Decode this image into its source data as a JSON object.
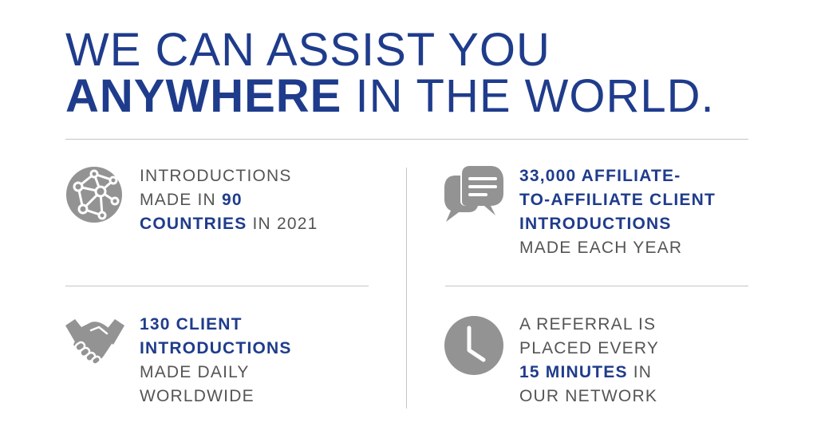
{
  "headline": {
    "line1": "WE CAN ASSIST YOU",
    "line2_bold": "ANYWHERE",
    "line2_rest": " IN THE WORLD."
  },
  "stats": [
    {
      "icon": "globe-network-icon",
      "lines": [
        [
          {
            "t": "INTRODUCTIONS",
            "b": false
          }
        ],
        [
          {
            "t": "MADE IN ",
            "b": false
          },
          {
            "t": "90",
            "b": true
          }
        ],
        [
          {
            "t": "COUNTRIES",
            "b": true
          },
          {
            "t": " IN 2021",
            "b": false
          }
        ]
      ]
    },
    {
      "icon": "chat-bubbles-icon",
      "lines": [
        [
          {
            "t": "33,000 AFFILIATE-",
            "b": true
          }
        ],
        [
          {
            "t": "TO-AFFILIATE CLIENT",
            "b": true
          }
        ],
        [
          {
            "t": "INTRODUCTIONS",
            "b": true
          }
        ],
        [
          {
            "t": "MADE EACH YEAR",
            "b": false
          }
        ]
      ]
    },
    {
      "icon": "handshake-icon",
      "lines": [
        [
          {
            "t": "130 CLIENT",
            "b": true
          }
        ],
        [
          {
            "t": "INTRODUCTIONS",
            "b": true
          }
        ],
        [
          {
            "t": "MADE DAILY",
            "b": false
          }
        ],
        [
          {
            "t": "WORLDWIDE",
            "b": false
          }
        ]
      ]
    },
    {
      "icon": "clock-icon",
      "lines": [
        [
          {
            "t": "A REFERRAL IS",
            "b": false
          }
        ],
        [
          {
            "t": "PLACED EVERY",
            "b": false
          }
        ],
        [
          {
            "t": "15 MINUTES",
            "b": true
          },
          {
            "t": " IN",
            "b": false
          }
        ],
        [
          {
            "t": "OUR NETWORK",
            "b": false
          }
        ]
      ]
    }
  ],
  "colors": {
    "brand_blue": "#1f3c8c",
    "text_gray": "#555555",
    "icon_gray": "#939393",
    "divider": "#c4c4c4"
  }
}
